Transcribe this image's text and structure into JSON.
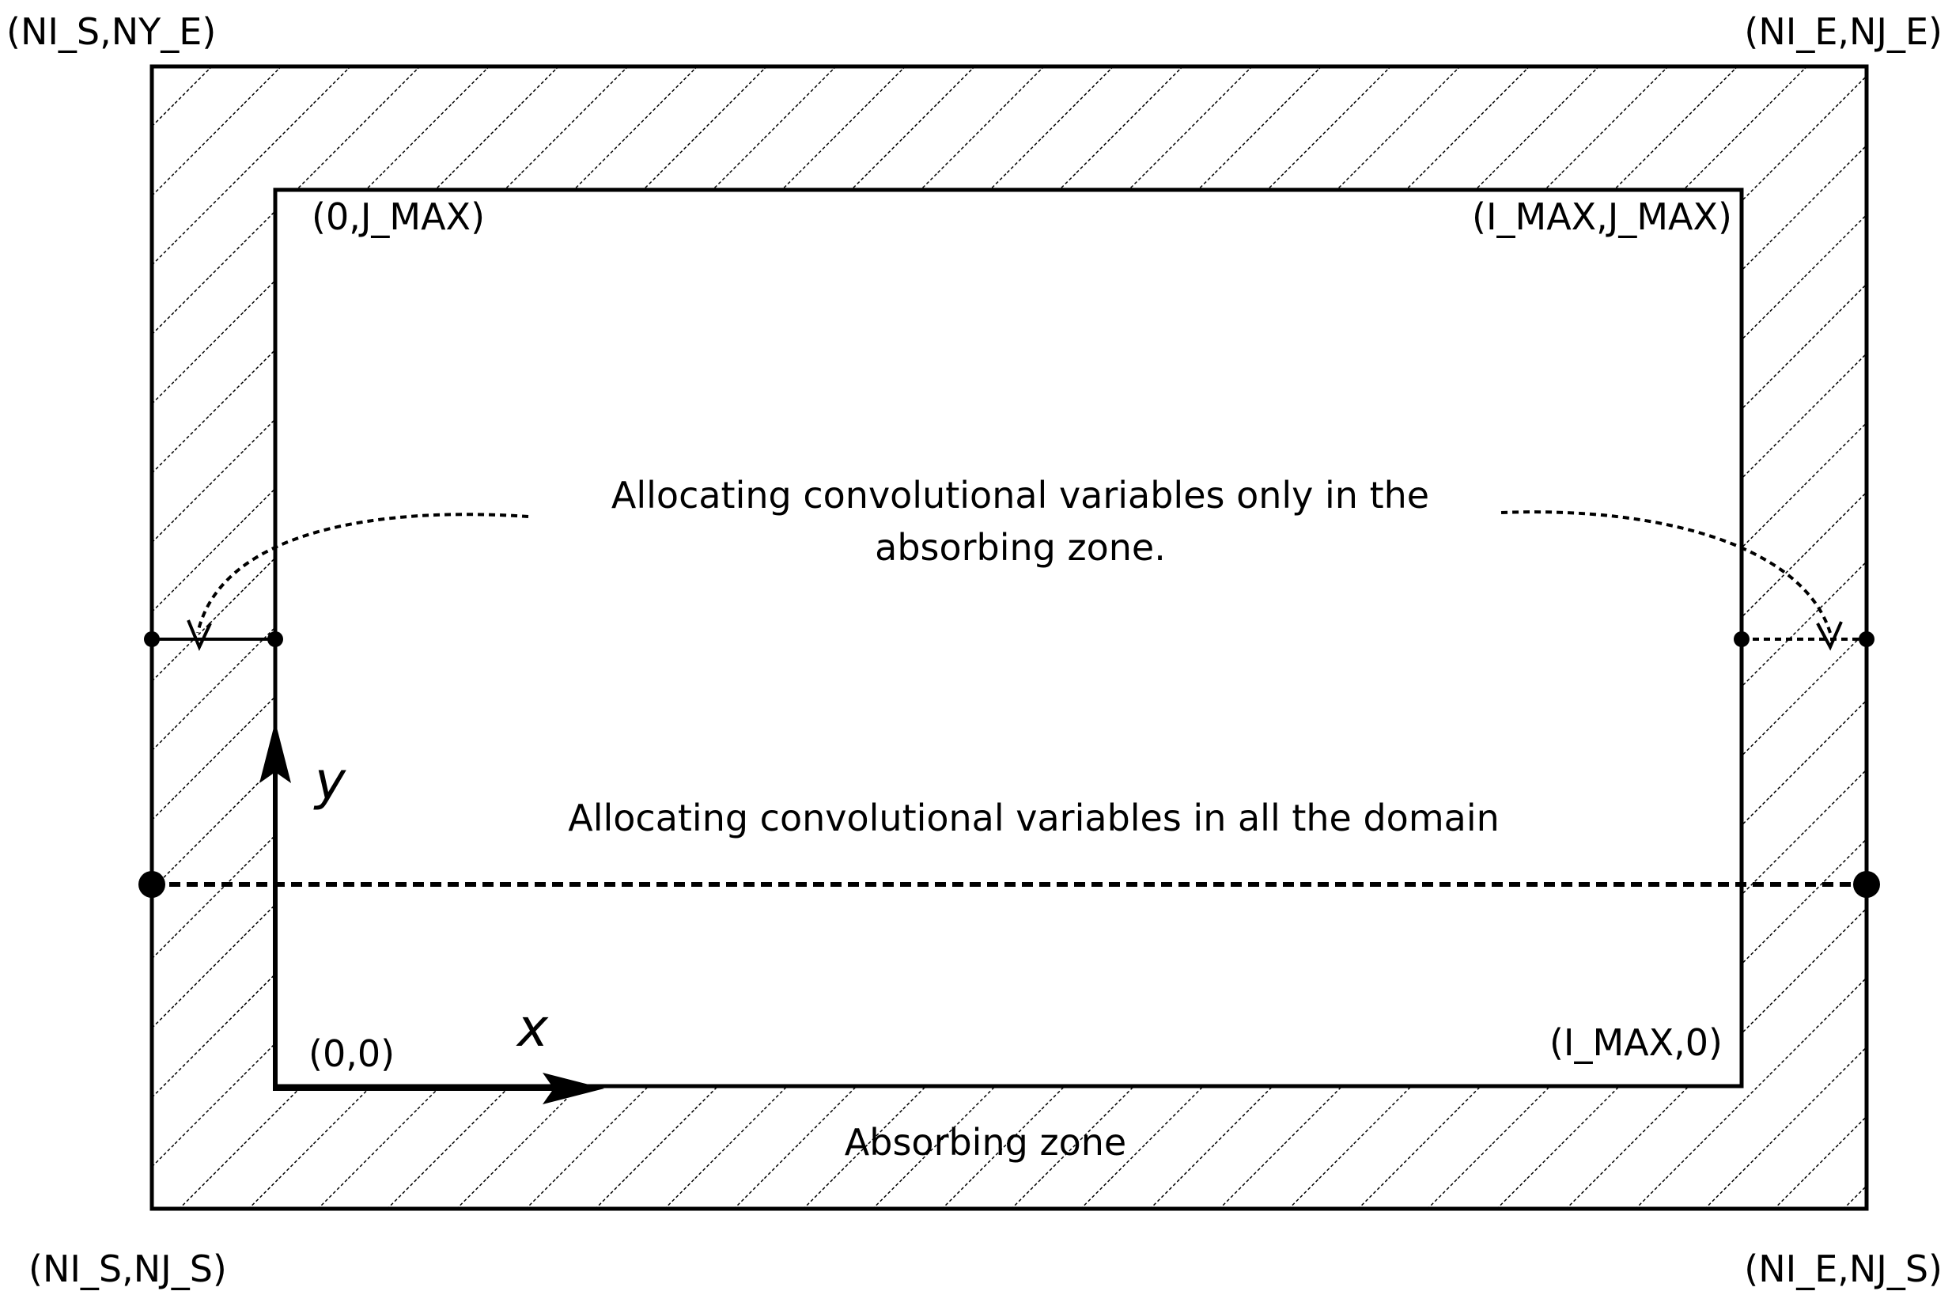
{
  "corners": {
    "outer_top_left": "(NI_S,NY_E)",
    "outer_top_right": "(NI_E,NJ_E)",
    "outer_bottom_left": "(NI_S,NJ_S)",
    "outer_bottom_right": "(NI_E,NJ_S)",
    "inner_top_left": "(0,J_MAX)",
    "inner_top_right": "(I_MAX,J_MAX)",
    "inner_bottom_left": "(0,0)",
    "inner_bottom_right": "(I_MAX,0)"
  },
  "axes": {
    "x": "x",
    "y": "y"
  },
  "notes": {
    "absorbing_only_line1": "Allocating convolutional variables only in the",
    "absorbing_only_line2": "absorbing zone.",
    "all_domain": "Allocating convolutional variables in all the domain",
    "absorbing_zone": "Absorbing zone"
  }
}
